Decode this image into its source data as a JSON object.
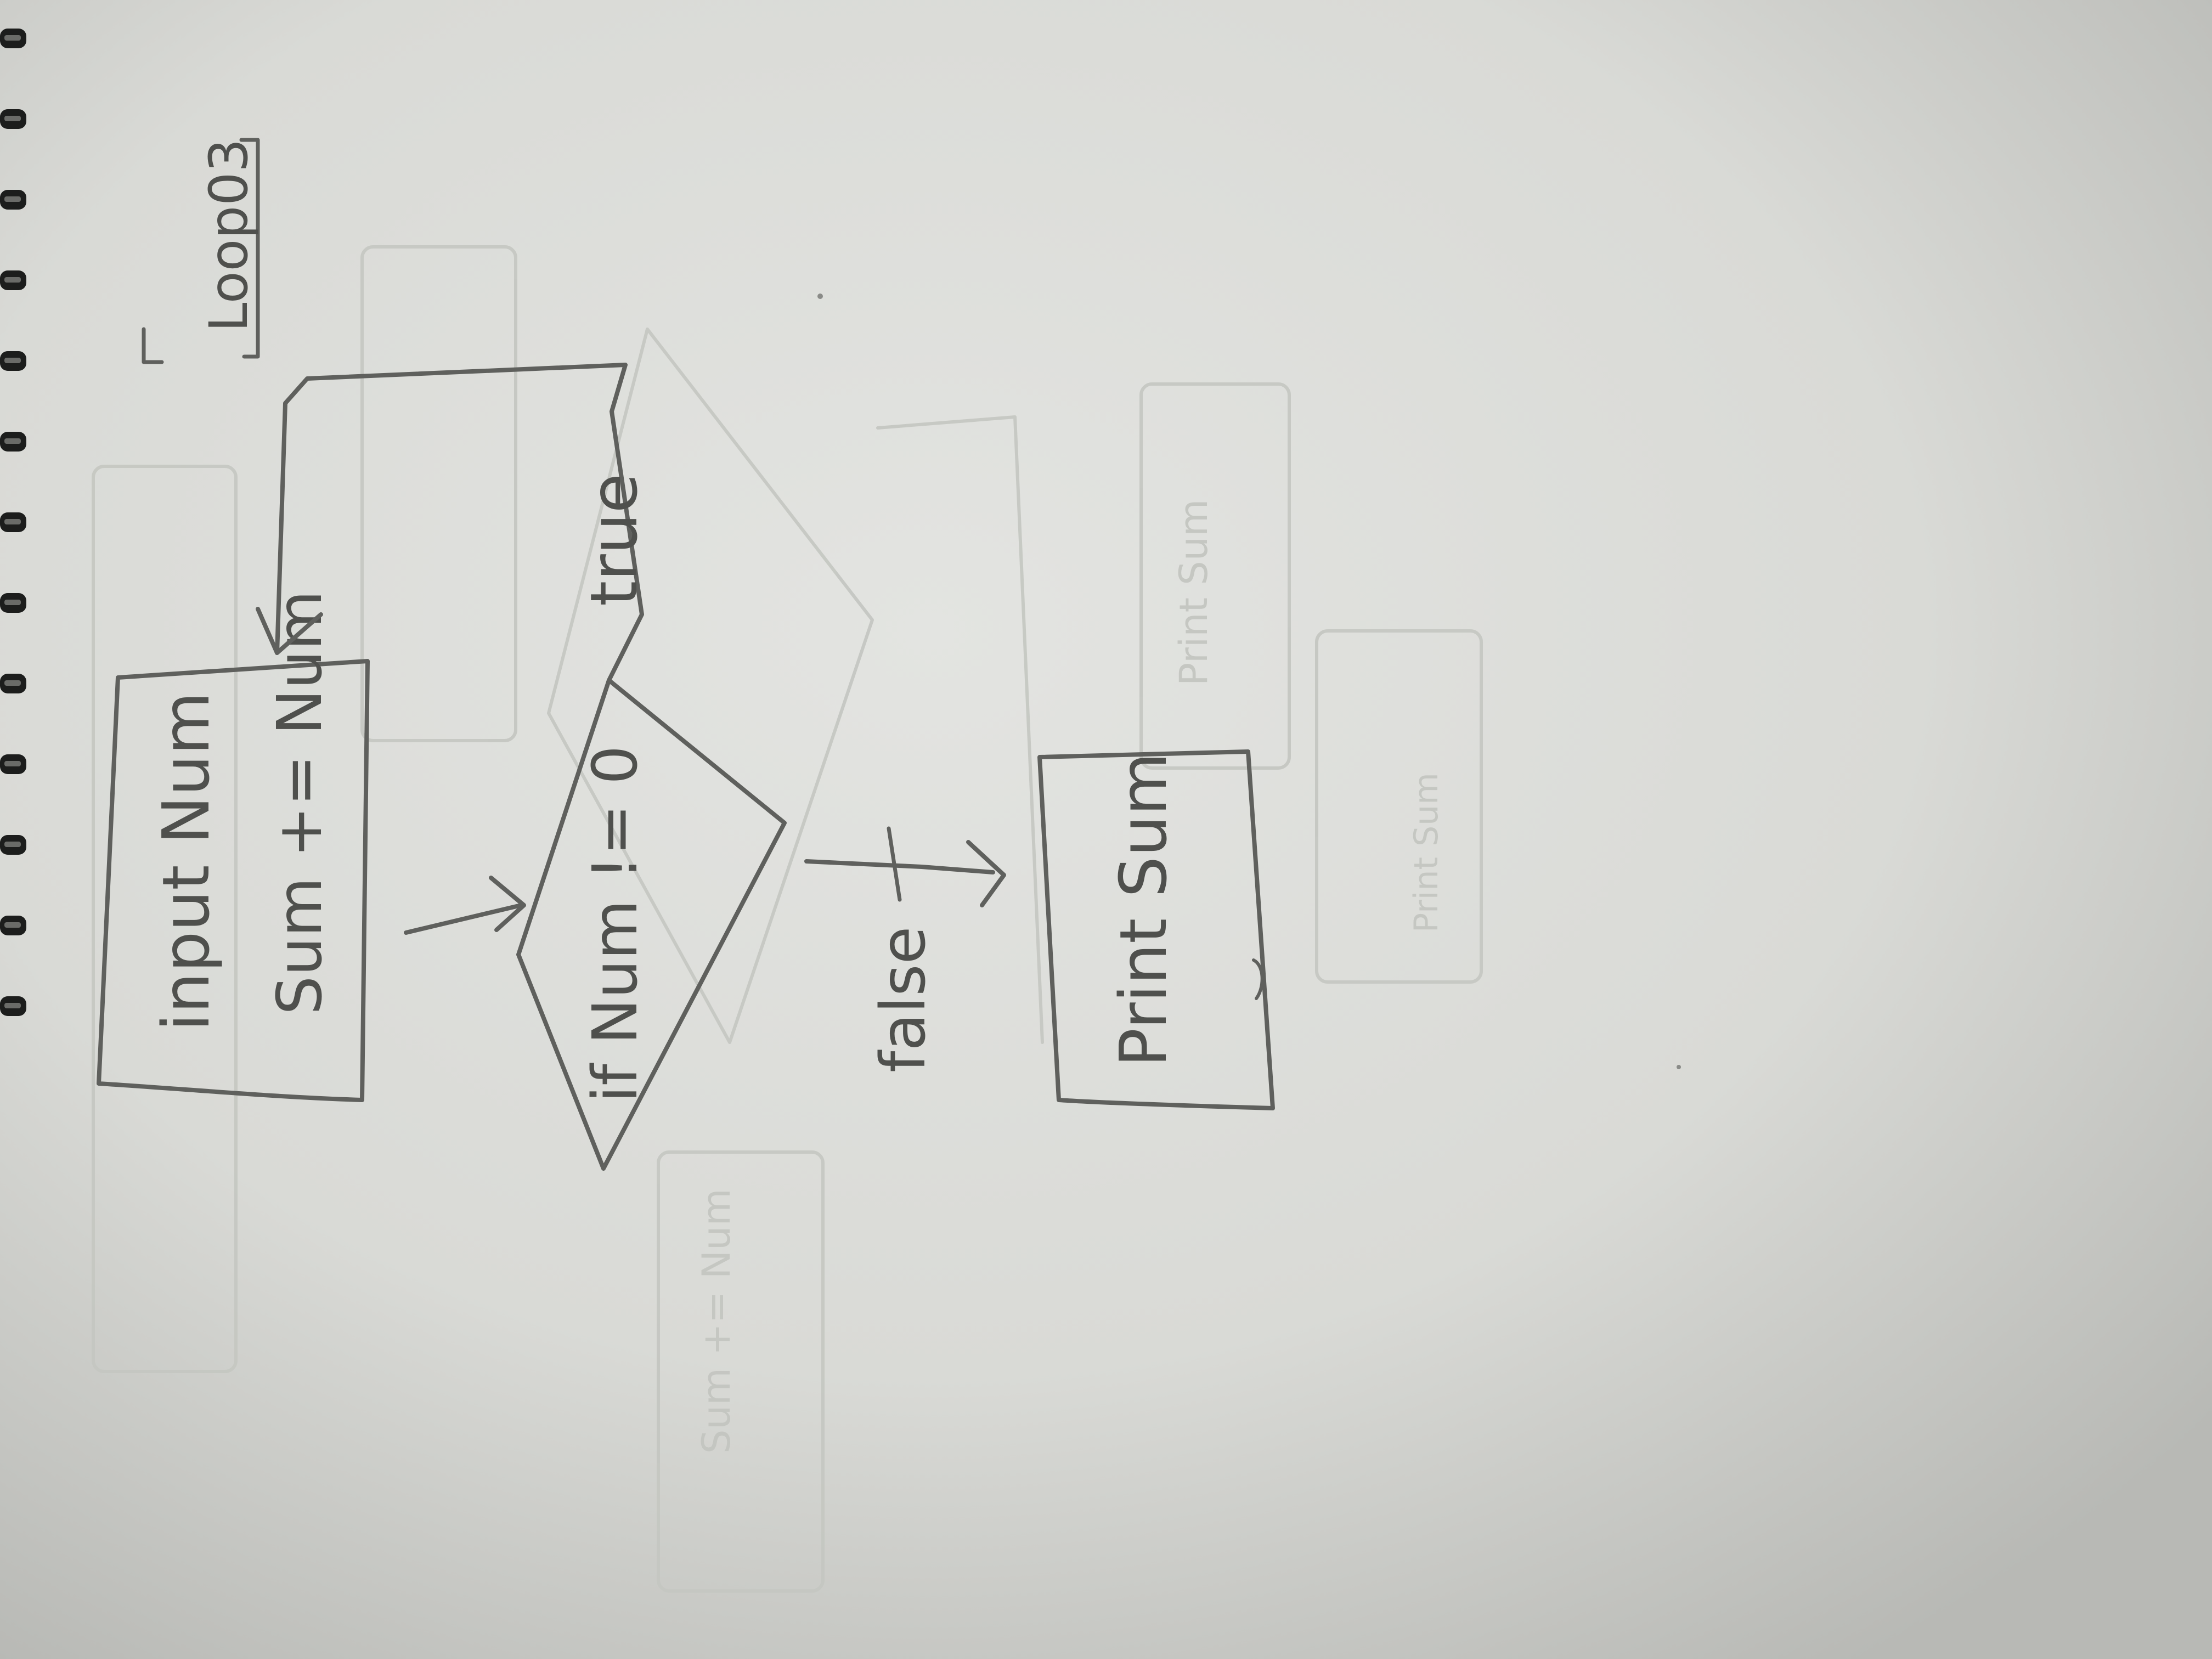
{
  "diagram": {
    "title": "Loop03",
    "nodes": {
      "process": {
        "lines": [
          "input Num",
          "Sum += Num"
        ]
      },
      "decision": {
        "label": "if Num != 0"
      },
      "output": {
        "label": "Print Sum"
      }
    },
    "edges": {
      "true_label": "true",
      "false_label": "false"
    }
  },
  "colors": {
    "paper": "#d6d7d3",
    "pencil": "#5f605d",
    "ghost": "#c4c6c1"
  },
  "icons": {
    "binding": "spiral-binding-rings"
  }
}
